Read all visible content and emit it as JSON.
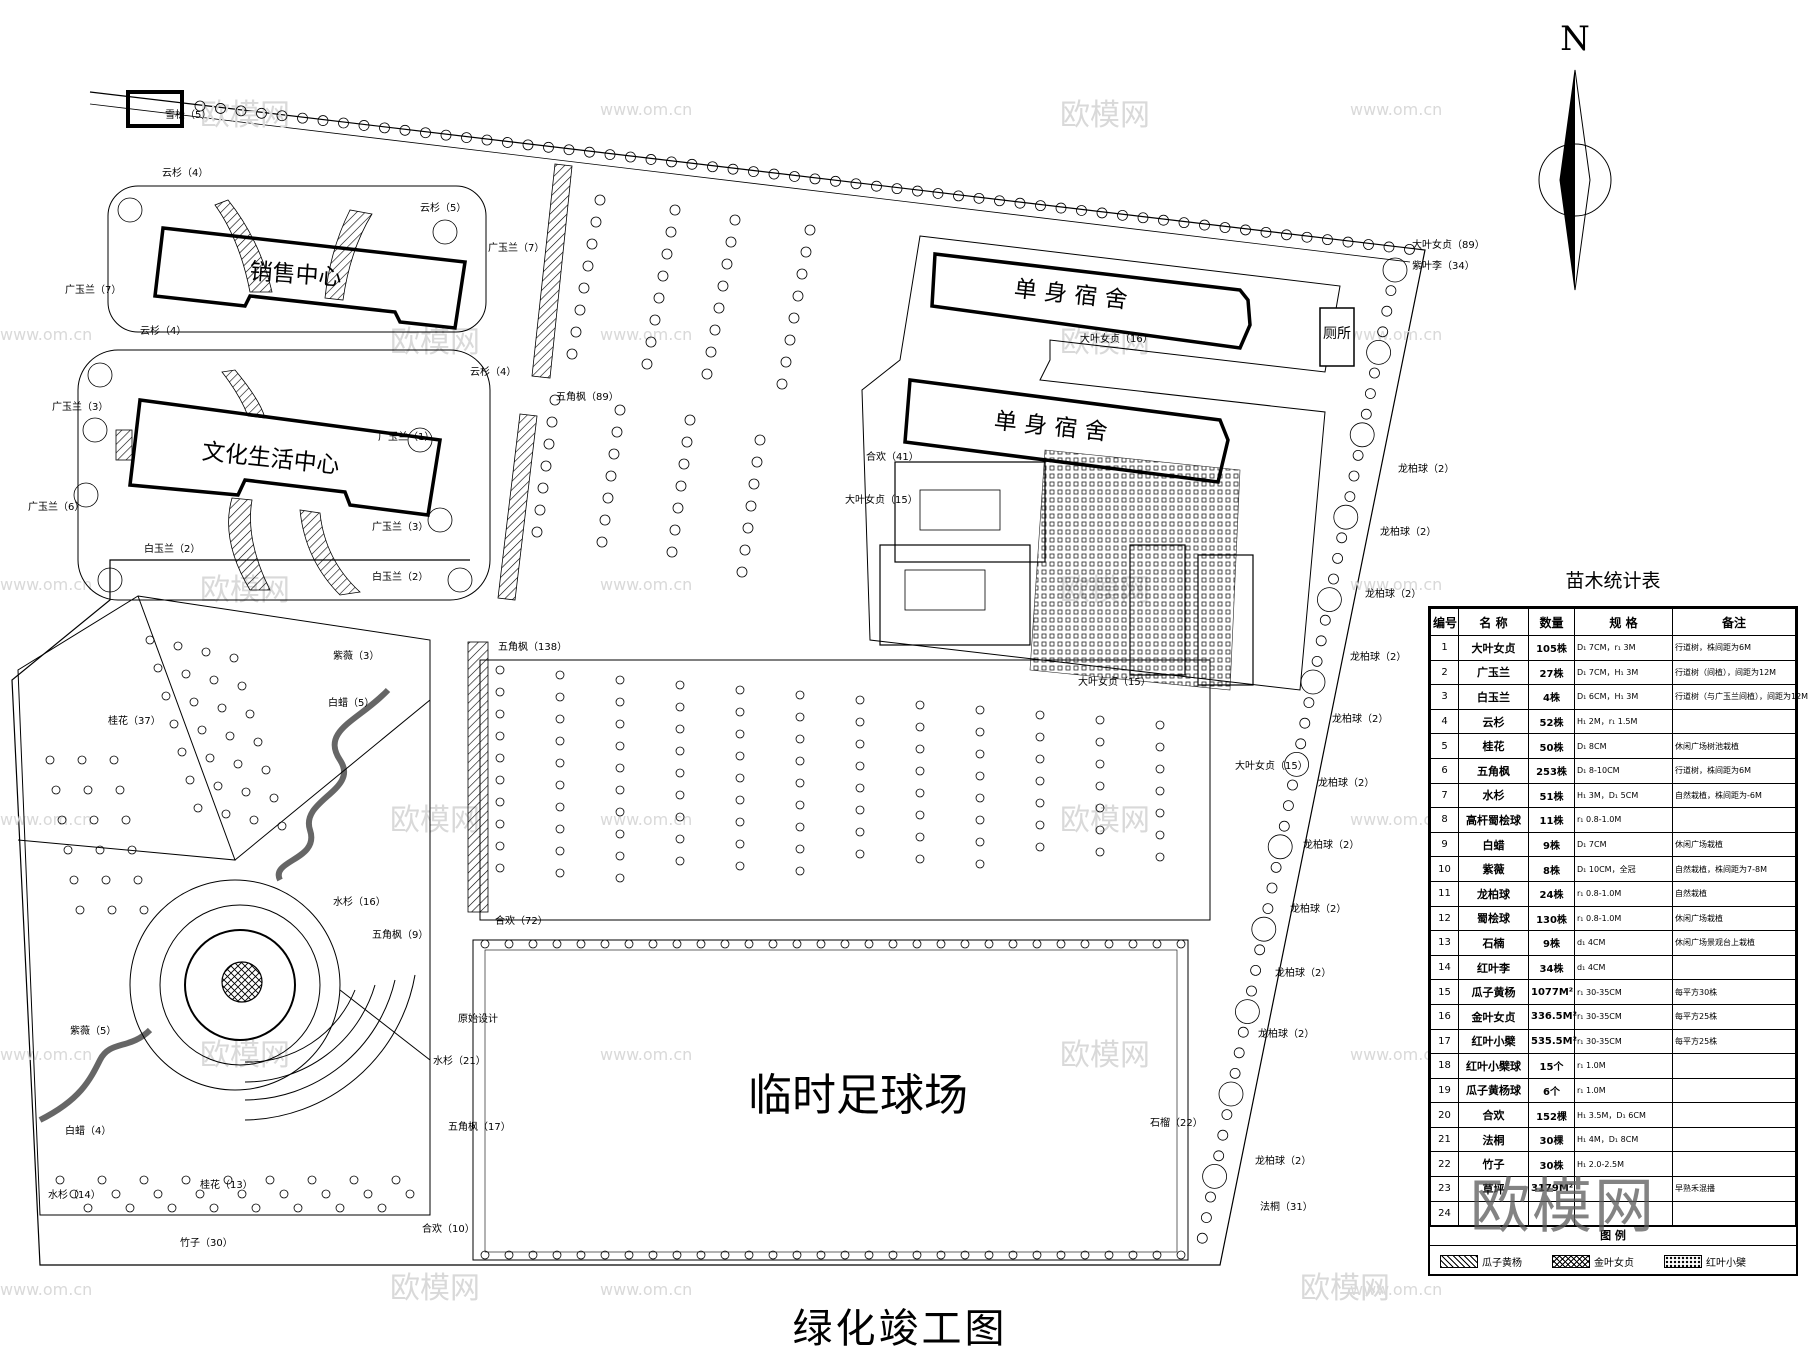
{
  "north_label": "N",
  "drawing_title": "绿化竣工图",
  "buildings": {
    "sales_center": "销售中心",
    "culture_center": "文化生活中心",
    "dorm_north": "单 身 宿 舍",
    "dorm_south": "单 身 宿 舍",
    "toilet": "厕所",
    "football_field": "临时足球场",
    "original_design": "原始设计"
  },
  "plant_labels": {
    "xuesong": "雪松（5）",
    "yunshan_a": "云杉（4）",
    "yunshan_b": "云杉（5）",
    "yunshan_c": "云杉（4）",
    "yunshan_d": "云杉（4）",
    "guangyulan_a": "广玉兰（7）",
    "guangyulan_b": "广玉兰（7）",
    "guangyulan_c": "广玉兰（3）",
    "guangyulan_d": "广玉兰（6）",
    "guangyulan_e": "广玉兰（3）",
    "guangyulan_f": "广玉兰（1）",
    "baiyulan_a": "白玉兰（2）",
    "baiyulan_b": "白玉兰（2）",
    "wujiaofeng_a": "五角枫（89）",
    "wujiaofeng_b": "五角枫（138）",
    "wujiaofeng_c": "五角枫（9）",
    "wujiaofeng_d": "五角枫（17）",
    "dayenvzhen_a": "大叶女贞（89）",
    "dayenvzhen_b": "大叶女贞（15）",
    "dayenvzhen_c": "大叶女贞（16）",
    "zhuyeli": "紫叶李（34）",
    "hehuan_a": "合欢（41）",
    "hehuan_b": "合欢（72）",
    "hehuan_c": "合欢（10）",
    "guihua_a": "桂花（37）",
    "guihua_b": "桂花（13）",
    "ziwei_a": "紫薇（3）",
    "ziwei_b": "紫薇（5）",
    "bala_a": "白蜡（5）",
    "bala_b": "白蜡（4）",
    "shuishan_a": "水杉（16）",
    "shuishan_b": "水杉（21）",
    "shuishan_c": "水杉（14）",
    "zhuzi": "竹子（30）",
    "longbaiqiu_1": "龙柏球（2）",
    "longbaiqiu_2": "龙柏球（2）",
    "longbaiqiu_3": "龙柏球（2）",
    "longbaiqiu_4": "龙柏球（2）",
    "longbaiqiu_5": "龙柏球（2）",
    "longbaiqiu_6": "龙柏球（2）",
    "longbaiqiu_7": "龙柏球（2）",
    "longbaiqiu_8": "龙柏球（2）",
    "longbaiqiu_9": "龙柏球（2）",
    "longbaiqiu_10": "龙柏球（2）",
    "longbaiqiu_11": "龙柏球（2）",
    "fatong": "法桐（31）",
    "shiliu": "石榴（22）",
    "dayenvzhen_d": "大叶女贞（15）",
    "dayenvzhen_e": "大叶女贞（15）"
  },
  "watermarks": {
    "site": "www.om.cn",
    "brand": "欧模网",
    "big_brand": "欧模网"
  },
  "plant_table": {
    "title": "苗木统计表",
    "headers": [
      "编号",
      "名 称",
      "数量",
      "规  格",
      "备注"
    ],
    "rows": [
      [
        "1",
        "大叶女贞",
        "105株",
        "D₁ 7CM，r₁ 3M",
        "行道树，株间距为6M"
      ],
      [
        "2",
        "广玉兰",
        "27株",
        "D₁ 7CM，H₁ 3M",
        "行道树（间植），间距为12M"
      ],
      [
        "3",
        "白玉兰",
        "4株",
        "D₁ 6CM，H₁ 3M",
        "行道树（与广玉兰间植），间距为12M"
      ],
      [
        "4",
        "云杉",
        "52株",
        "H₁ 2M，r₁ 1.5M",
        ""
      ],
      [
        "5",
        "桂花",
        "50株",
        "D₁ 8CM",
        "休闲广场树池栽植"
      ],
      [
        "6",
        "五角枫",
        "253株",
        "D₁ 8-10CM",
        "行道树，株间距为6M"
      ],
      [
        "7",
        "水杉",
        "51株",
        "H₁ 3M，D₁ 5CM",
        "自然栽植，株间距为-6M"
      ],
      [
        "8",
        "高杆蜀桧球",
        "11株",
        "r₁ 0.8-1.0M",
        ""
      ],
      [
        "9",
        "白蜡",
        "9株",
        "D₁ 7CM",
        "休闲广场栽植"
      ],
      [
        "10",
        "紫薇",
        "8株",
        "D₁ 10CM，全冠",
        "自然栽植，株间距为7-8M"
      ],
      [
        "11",
        "龙柏球",
        "24株",
        "r₁ 0.8-1.0M",
        "自然栽植"
      ],
      [
        "12",
        "蜀桧球",
        "130株",
        "r₁ 0.8-1.0M",
        "休闲广场栽植"
      ],
      [
        "13",
        "石楠",
        "9株",
        "d₁ 4CM",
        "休闲广场景观台上栽植"
      ],
      [
        "14",
        "红叶李",
        "34株",
        "d₁ 4CM",
        ""
      ],
      [
        "15",
        "瓜子黄杨",
        "1077M²",
        "r₁ 30-35CM",
        "每平方30株"
      ],
      [
        "16",
        "金叶女贞",
        "336.5M²",
        "r₁ 30-35CM",
        "每平方25株"
      ],
      [
        "17",
        "红叶小檗",
        "535.5M²",
        "r₁ 30-35CM",
        "每平方25株"
      ],
      [
        "18",
        "红叶小檗球",
        "15个",
        "r₁ 1.0M",
        ""
      ],
      [
        "19",
        "瓜子黄杨球",
        "6个",
        "r₁ 1.0M",
        ""
      ],
      [
        "20",
        "合欢",
        "152棵",
        "H₁ 3.5M，D₁ 6CM",
        ""
      ],
      [
        "21",
        "法桐",
        "30棵",
        "H₁ 4M，D₁ 8CM",
        ""
      ],
      [
        "22",
        "竹子",
        "30株",
        "H₁ 2.0-2.5M",
        ""
      ],
      [
        "23",
        "草坪",
        "3179M²",
        "",
        "早熟禾混播"
      ],
      [
        "24",
        "",
        "",
        "",
        ""
      ]
    ],
    "legend_title": "图    例",
    "legend": [
      {
        "label": "瓜子黄杨",
        "pattern": "hatch"
      },
      {
        "label": "金叶女贞",
        "pattern": "cross"
      },
      {
        "label": "红叶小檗",
        "pattern": "dots"
      }
    ]
  }
}
